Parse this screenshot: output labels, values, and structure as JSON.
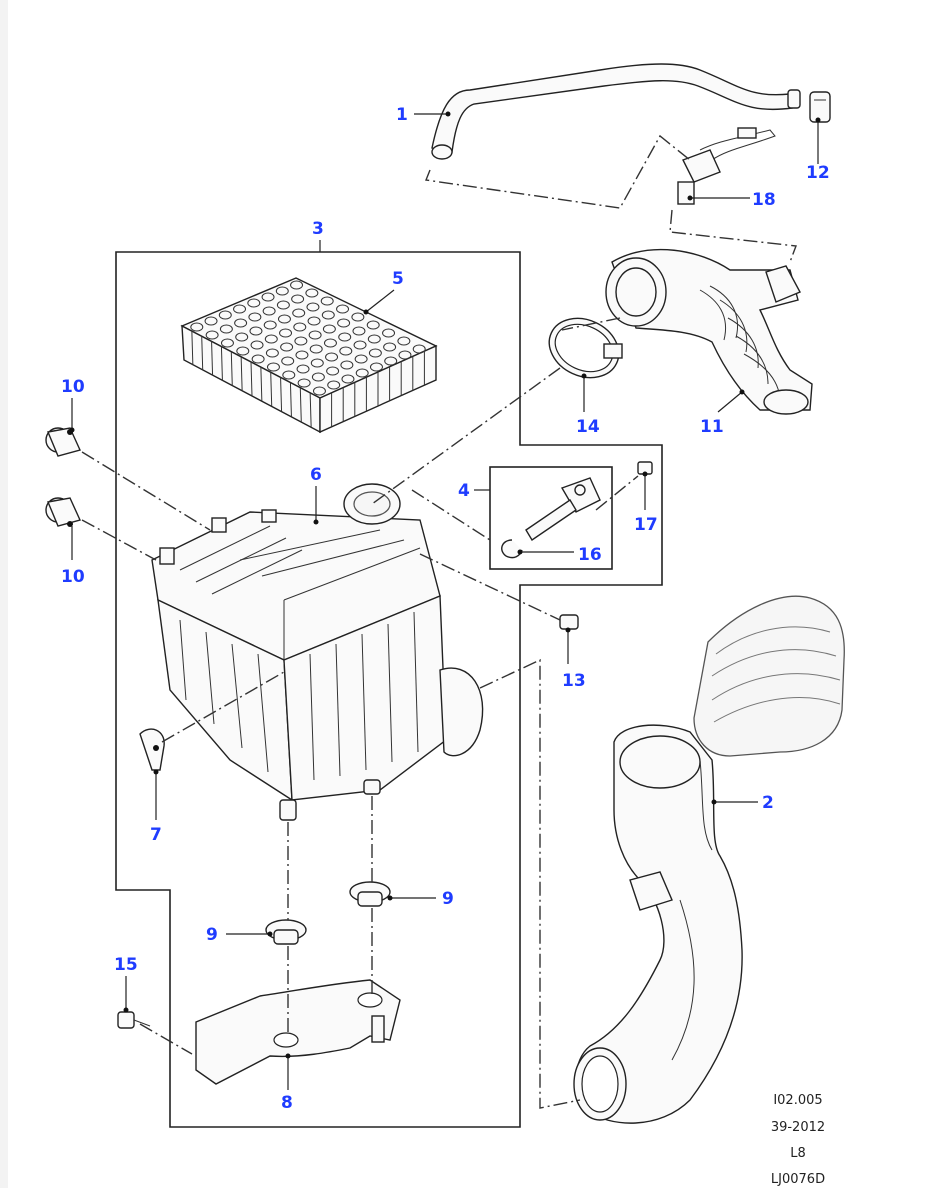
{
  "callouts": [
    {
      "id": "c1",
      "label": "1"
    },
    {
      "id": "c2",
      "label": "2"
    },
    {
      "id": "c3",
      "label": "3"
    },
    {
      "id": "c4",
      "label": "4"
    },
    {
      "id": "c5",
      "label": "5"
    },
    {
      "id": "c6",
      "label": "6"
    },
    {
      "id": "c7",
      "label": "7"
    },
    {
      "id": "c8",
      "label": "8"
    },
    {
      "id": "c9a",
      "label": "9"
    },
    {
      "id": "c9b",
      "label": "9"
    },
    {
      "id": "c10a",
      "label": "10"
    },
    {
      "id": "c10b",
      "label": "10"
    },
    {
      "id": "c11",
      "label": "11"
    },
    {
      "id": "c12",
      "label": "12"
    },
    {
      "id": "c13",
      "label": "13"
    },
    {
      "id": "c14",
      "label": "14"
    },
    {
      "id": "c15",
      "label": "15"
    },
    {
      "id": "c16",
      "label": "16"
    },
    {
      "id": "c17",
      "label": "17"
    },
    {
      "id": "c18",
      "label": "18"
    }
  ],
  "reference": {
    "line1": "I02.005",
    "line2": "39-2012",
    "line3": "L8",
    "line4": "LJ0076D"
  },
  "colors": {
    "callout": "#1f3cff",
    "line": "#222222",
    "background": "#ffffff"
  }
}
